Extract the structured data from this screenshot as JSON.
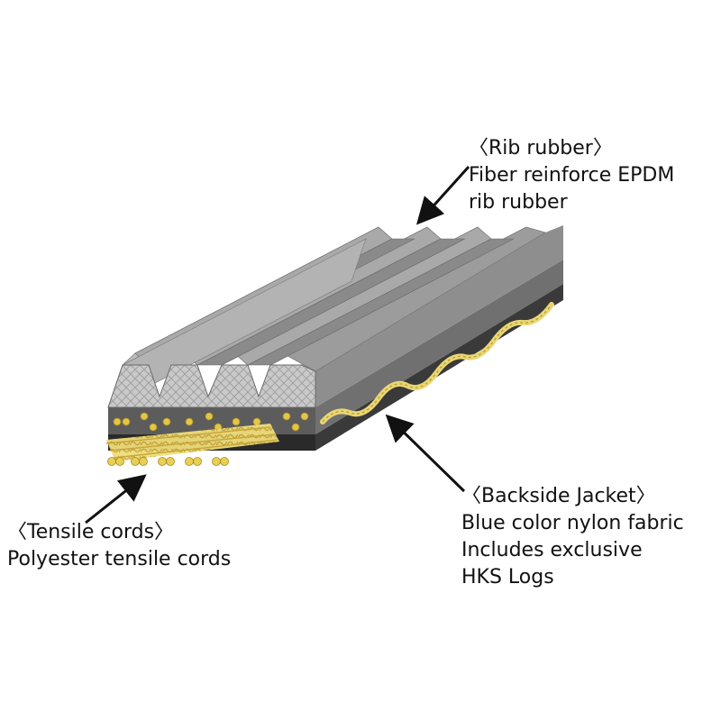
{
  "labels": {
    "rib_rubber": {
      "heading": "〈Rib rubber〉",
      "line1": "Fiber reinforce EPDM",
      "line2": "rib rubber"
    },
    "backside_jacket": {
      "heading": "〈Backside Jacket〉",
      "line1": "Blue color nylon fabric",
      "line2": "Includes exclusive",
      "line3": "HKS Logs"
    },
    "tensile_cords": {
      "heading": "〈Tensile cords〉",
      "line1": "Polyester tensile cords"
    }
  },
  "colors": {
    "rib_top": "#b9b9b9",
    "rib_face": "#c8c8c8",
    "rib_side": "#8e8e8e",
    "cord_layer": "#5a5a5a",
    "cord_layer_side": "#6b6b6b",
    "jacket": "#2e2e2e",
    "cord": "#f0e08a",
    "cord_dark": "#c9a93a",
    "arrow": "#111111"
  }
}
